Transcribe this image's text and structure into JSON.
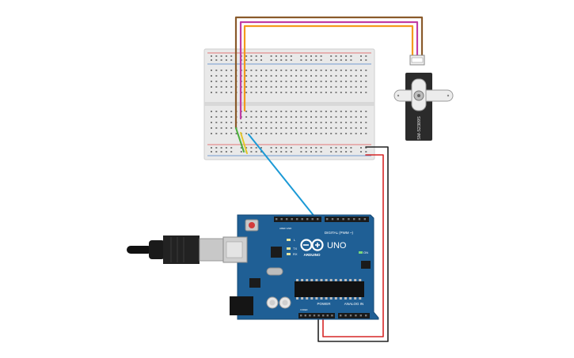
{
  "arduino": {
    "brand_text": "ARDUINO",
    "model_text": "UNO",
    "digital_label": "DIGITAL (PWM ~)",
    "power_label": "POWER",
    "analog_label": "ANALOG IN",
    "led_l": "L",
    "led_tx": "TX",
    "led_rx": "RX",
    "on_label": "ON",
    "ioref_label": "IOREF",
    "aref_label": "AREF",
    "gnd_label": "GND"
  },
  "servo": {
    "model_text": "SM-S2309S"
  },
  "colors": {
    "board_blue": "#1f5f95",
    "board_edge": "#164a75",
    "breadboard": "#e9e9e9",
    "wire_brown": "#8a5a2b",
    "wire_orange": "#f39a1e",
    "wire_magenta": "#c13ca3",
    "wire_green": "#4cae3c",
    "wire_yellow": "#e5c72a",
    "wire_blue": "#1c9ad6",
    "wire_red": "#d62626",
    "wire_black": "#222222",
    "rail_red": "#e05050",
    "rail_blue": "#4a7fc9"
  }
}
